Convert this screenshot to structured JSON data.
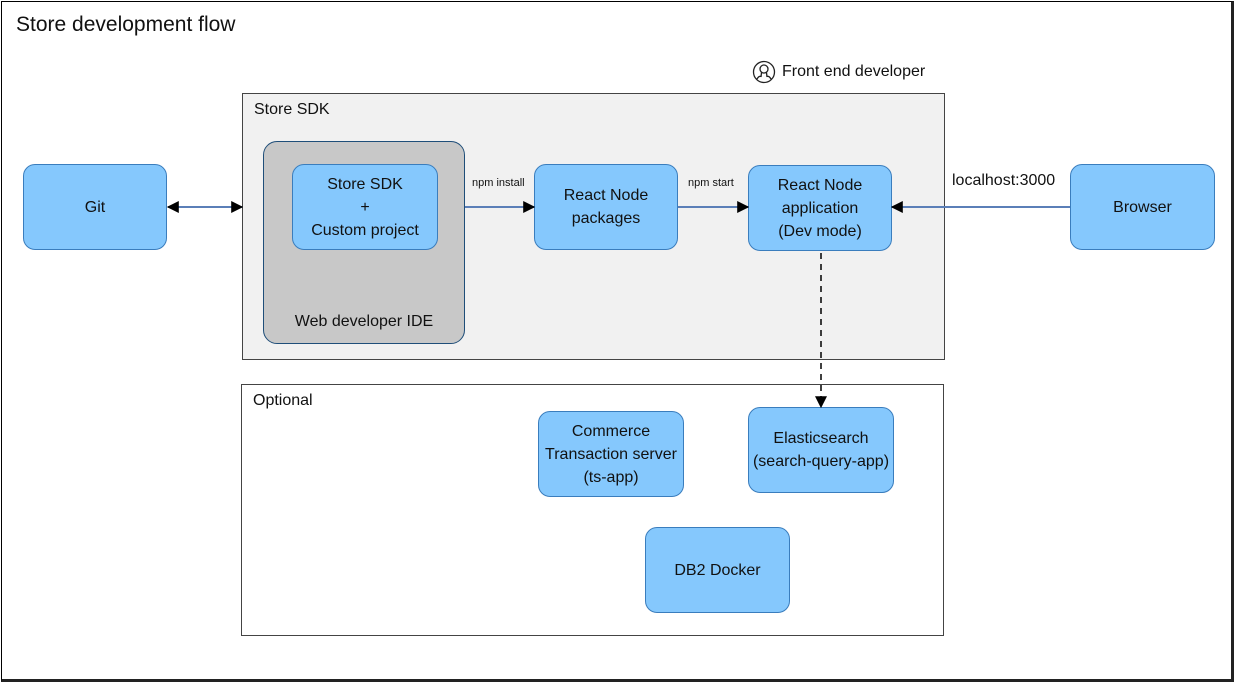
{
  "diagram": {
    "title": "Store development flow",
    "persona": {
      "label": "Front end developer",
      "icon": "user-circle-icon"
    },
    "groups": {
      "store_sdk": {
        "label": "Store SDK"
      },
      "optional": {
        "label": "Optional"
      },
      "ide": {
        "label": "Web developer IDE"
      }
    },
    "nodes": {
      "git": "Git",
      "sdk_project": "Store SDK\n+\nCustom project",
      "react_packages": "React Node\npackages",
      "react_app": "React Node\napplication\n(Dev mode)",
      "browser": "Browser",
      "commerce": "Commerce\nTransaction server\n(ts-app)",
      "elasticsearch": "Elasticsearch\n(search-query-app)",
      "db2": "DB2 Docker"
    },
    "edges": [
      {
        "from": "git",
        "to": "store_sdk",
        "label": "",
        "style": "solid",
        "direction": "both"
      },
      {
        "from": "ide",
        "to": "react_packages",
        "label": "npm install",
        "style": "solid",
        "direction": "forward"
      },
      {
        "from": "react_packages",
        "to": "react_app",
        "label": "npm start",
        "style": "solid",
        "direction": "forward"
      },
      {
        "from": "browser",
        "to": "react_app",
        "label": "localhost:3000",
        "style": "solid",
        "direction": "forward"
      },
      {
        "from": "react_app",
        "to": "elasticsearch",
        "label": "",
        "style": "dashed",
        "direction": "forward"
      }
    ],
    "colors": {
      "node_fill": "#85c8fd",
      "node_border": "#3a7dbd",
      "ide_fill": "#c8c8c8",
      "sdk_group_fill": "#f1f1f1",
      "edge_line": "#5b7fb8"
    }
  }
}
